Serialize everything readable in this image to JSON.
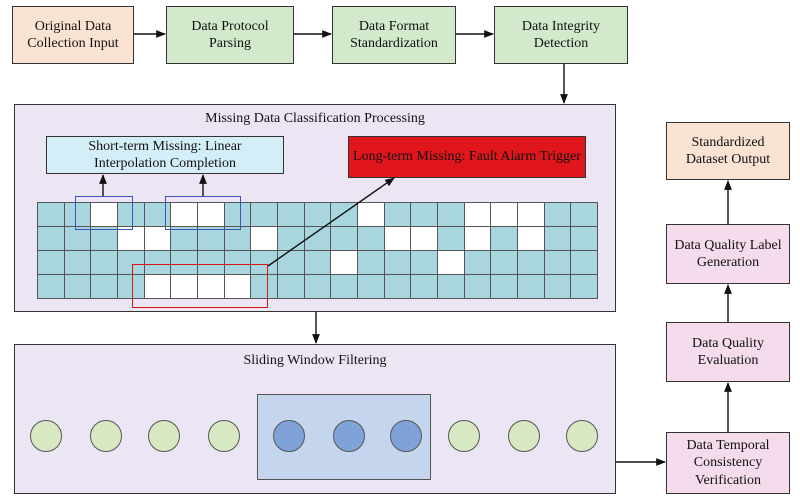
{
  "pipeline": {
    "input": "Original Data Collection Input",
    "parsing": "Data Protocol Parsing",
    "standardization": "Data Format Standardization",
    "integrity": "Data Integrity Detection"
  },
  "classification": {
    "title": "Missing Data Classification Processing",
    "short_term": "Short-term Missing: Linear Interpolation Completion",
    "long_term": "Long-term Missing: Fault Alarm Trigger",
    "grid": {
      "rows": 4,
      "cols": 21,
      "missing_cells": [
        [
          0,
          2
        ],
        [
          0,
          5
        ],
        [
          0,
          6
        ],
        [
          0,
          12
        ],
        [
          0,
          16
        ],
        [
          0,
          17
        ],
        [
          0,
          18
        ],
        [
          1,
          3
        ],
        [
          1,
          4
        ],
        [
          1,
          8
        ],
        [
          1,
          13
        ],
        [
          1,
          14
        ],
        [
          1,
          16
        ],
        [
          1,
          18
        ],
        [
          2,
          11
        ],
        [
          2,
          15
        ],
        [
          3,
          4
        ],
        [
          3,
          5
        ],
        [
          3,
          6
        ],
        [
          3,
          7
        ]
      ]
    }
  },
  "filtering": {
    "title": "Sliding Window Filtering",
    "nodes": [
      "green",
      "green",
      "green",
      "green",
      "blue",
      "blue",
      "blue",
      "green",
      "green",
      "green"
    ]
  },
  "quality": {
    "temporal": "Data Temporal Consistency Verification",
    "evaluation": "Data Quality Evaluation",
    "label": "Data Quality Label Generation",
    "output": "Standardized Dataset Output"
  },
  "colors": {
    "peach": "#fbe3d3",
    "green": "#d2e9cb",
    "pink": "#f4dcec",
    "lavender": "#ece6f4",
    "cyan_cell": "#a7d6de",
    "red_alarm": "#e0161c",
    "window_blue": "#c5d5ee",
    "node_blue": "#7fa3d8"
  }
}
